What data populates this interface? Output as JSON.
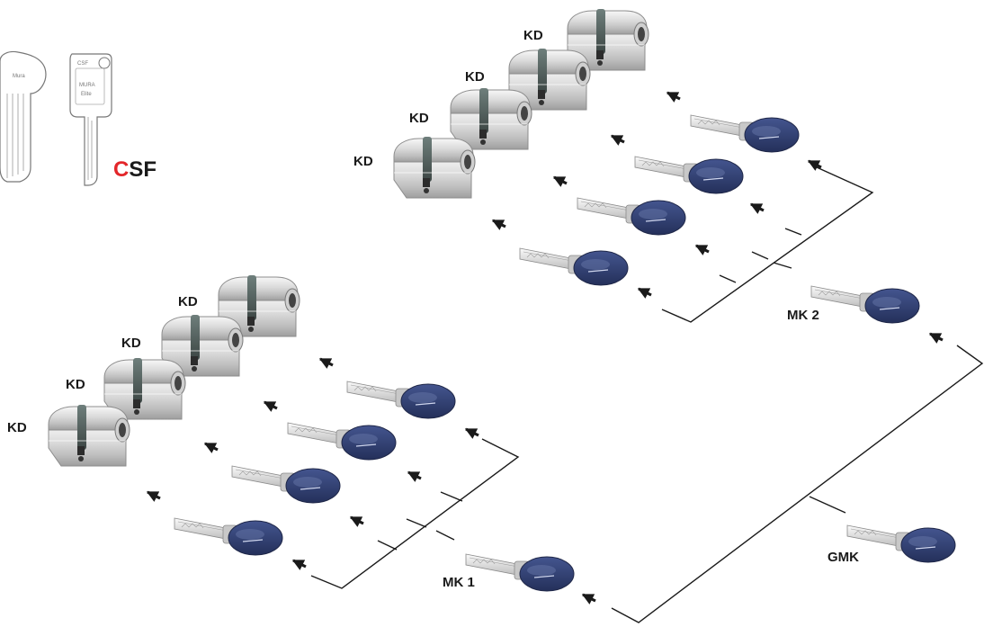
{
  "brand": {
    "logo_c": "C",
    "logo_sf": "SF",
    "key_head_text": "CSF",
    "key_model_text": "MURA",
    "key_sub_text": "Elite",
    "key_left_text": "Mura"
  },
  "labels": {
    "kd": "KD",
    "mk1": "MK 1",
    "mk2": "MK 2",
    "gmk": "GMK"
  },
  "colors": {
    "brand_red": "#e3262a",
    "key_blue": "#2f3f73",
    "cylinder_metal": "#d6d6d6",
    "line": "#1a1a1a"
  },
  "hierarchy": {
    "top": "GMK",
    "masters": [
      {
        "name": "MK 2",
        "children": [
          "KD",
          "KD",
          "KD",
          "KD"
        ]
      },
      {
        "name": "MK 1",
        "children": [
          "KD",
          "KD",
          "KD",
          "KD"
        ]
      }
    ]
  }
}
